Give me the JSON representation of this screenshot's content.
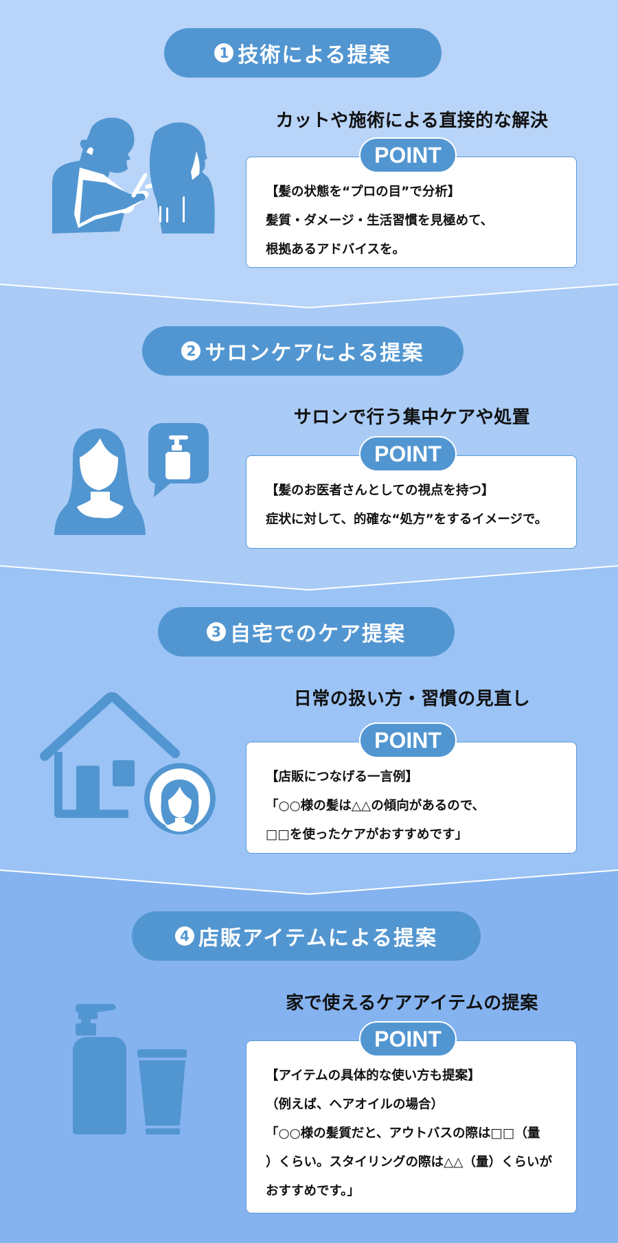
{
  "colors": {
    "accent": "#5296d1",
    "bg_section_1": "#b8d4f8",
    "bg_section_2": "#a9cbf6",
    "bg_section_3": "#9bc3f5",
    "bg_section_4": "#85b3f0",
    "box_border": "#5a9ad6",
    "text": "#111111"
  },
  "sections": [
    {
      "number": "1",
      "title": "技術による提案",
      "subtitle": "カットや施術による直接的な解決",
      "icon": "hairdresser-cutting-hair-icon",
      "point_label": "POINT",
      "lines": [
        "【髪の状態を“プロの目”で分析】",
        "髪質・ダメージ・生活習慣を見極めて、",
        "根拠あるアドバイスを。"
      ]
    },
    {
      "number": "2",
      "title": "サロンケアによる提案",
      "subtitle": "サロンで行う集中ケアや処置",
      "icon": "woman-with-pump-bottle-speech-bubble-icon",
      "point_label": "POINT",
      "lines": [
        "【髪のお医者さんとしての視点を持つ】",
        "症状に対して、的確な“処方”をするイメージで。"
      ]
    },
    {
      "number": "3",
      "title": "自宅でのケア提案",
      "subtitle": "日常の扱い方・習慣の見直し",
      "icon": "house-with-woman-avatar-icon",
      "point_label": "POINT",
      "lines": [
        "【店販につなげる一言例】",
        "「○○様の髪は△△の傾向があるので、",
        "□□を使ったケアがおすすめです」"
      ]
    },
    {
      "number": "4",
      "title": "店販アイテムによる提案",
      "subtitle": "家で使えるケアアイテムの提案",
      "icon": "pump-bottle-and-tube-icon",
      "point_label": "POINT",
      "lines": [
        "【アイテムの具体的な使い方も提案】",
        "（例えば、ヘアオイルの場合）",
        "「○○様の髪質だと、アウトバスの際は□□（量",
        "）くらい。スタイリングの際は△△（量）くらいが",
        "おすすめです。」"
      ]
    }
  ]
}
